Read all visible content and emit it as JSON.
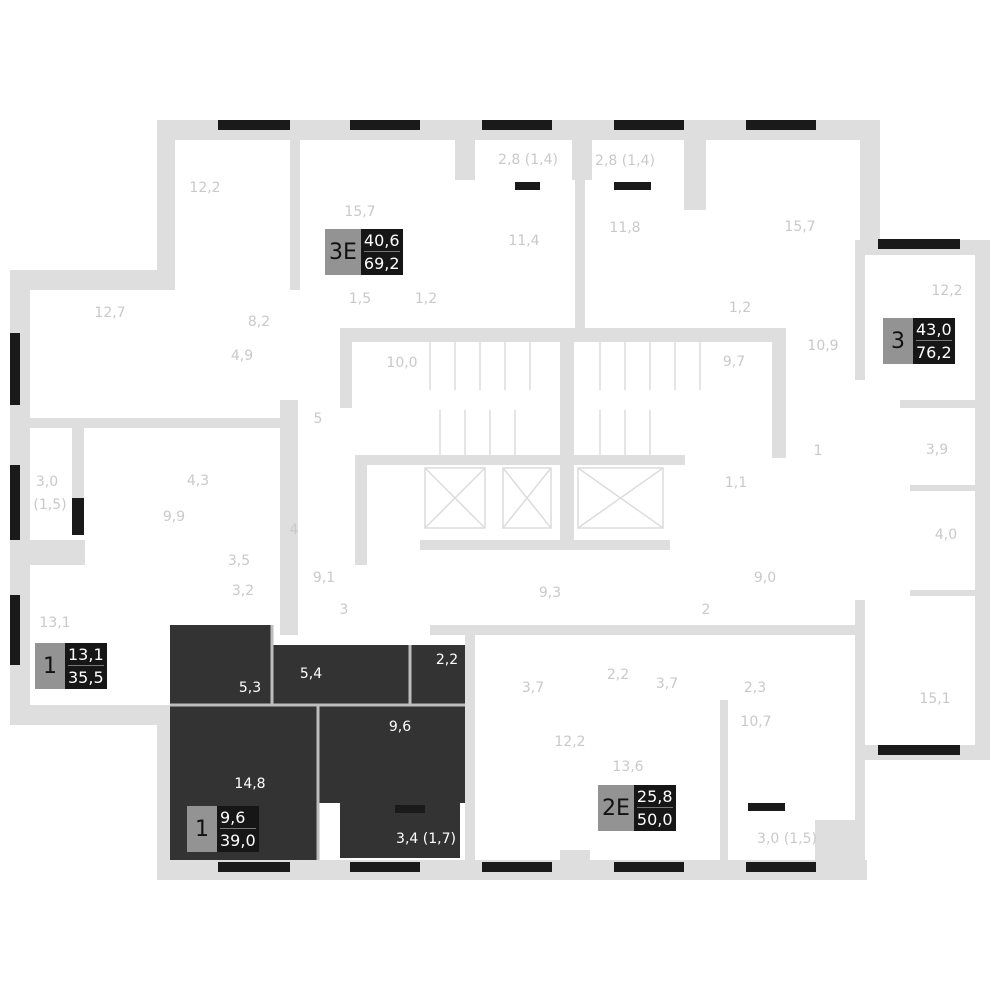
{
  "colors": {
    "wall": "#dedede",
    "window": "#1a1a1a",
    "selected_apartment": "#333333",
    "label": "#c9c9c9",
    "badge_type": "#939393",
    "badge_area": "#161616"
  },
  "rooms": [
    "12,2",
    "15,7",
    "2,8 (1,4)",
    "2,8 (1,4)",
    "11,4",
    "11,8",
    "15,7",
    "12,2",
    "12,7",
    "1,5",
    "1,2",
    "1,2",
    "8,2",
    "4,9",
    "10,0",
    "9,7",
    "10,9",
    "5",
    "3,9",
    "3,0",
    "(1,5)",
    "4,3",
    "9,9",
    "1",
    "1,1",
    "4,0",
    "4",
    "3,5",
    "3,2",
    "9,1",
    "9,3",
    "9,0",
    "3",
    "2",
    "13,1",
    "5,3",
    "5,4",
    "2,2",
    "3,7",
    "2,2",
    "3,7",
    "2,3",
    "15,1",
    "12,2",
    "10,7",
    "14,8",
    "9,6",
    "13,6",
    "3,4 (1,7)",
    "3,0 (1,5)"
  ],
  "apartments": [
    {
      "type": "3E",
      "living_area": "40,6",
      "total_area": "69,2"
    },
    {
      "type": "3",
      "living_area": "43,0",
      "total_area": "76,2"
    },
    {
      "type": "1",
      "living_area": "13,1",
      "total_area": "35,5"
    },
    {
      "type": "1",
      "living_area": "9,6",
      "total_area": "39,0",
      "selected": true
    },
    {
      "type": "2E",
      "living_area": "25,8",
      "total_area": "50,0"
    }
  ]
}
